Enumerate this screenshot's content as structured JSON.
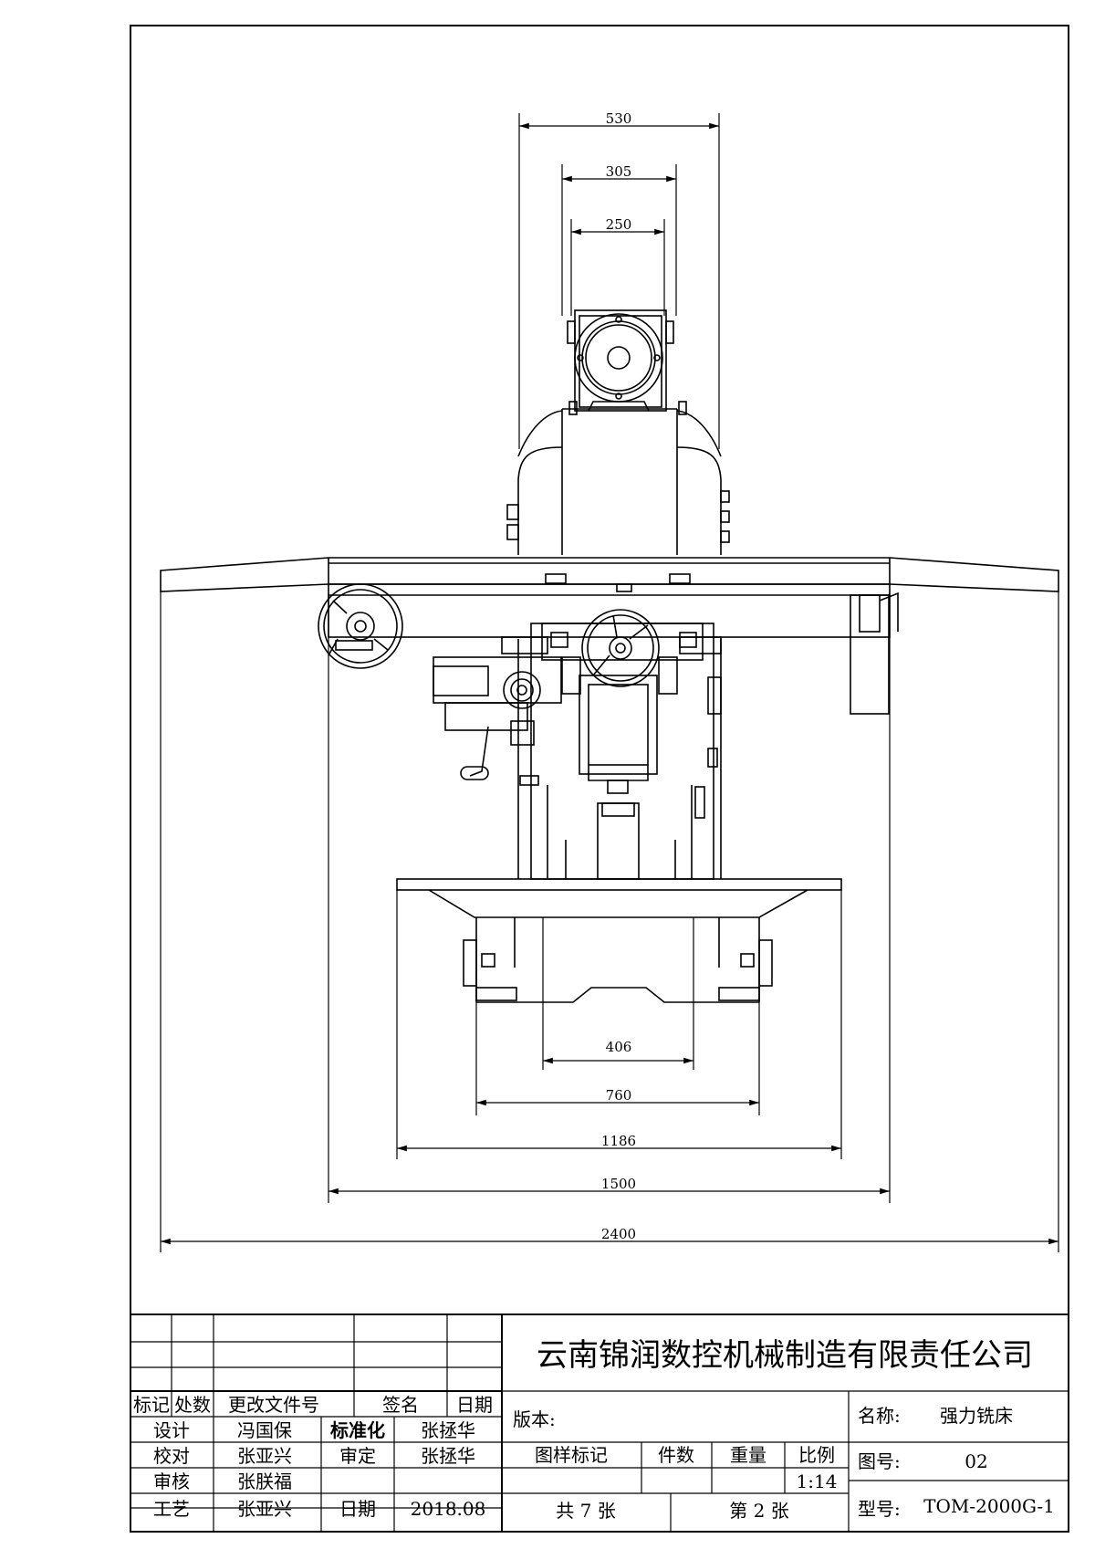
{
  "dimensions": {
    "d530": "530",
    "d305": "305",
    "d250": "250",
    "d406": "406",
    "d760": "760",
    "d1186": "1186",
    "d1500": "1500",
    "d2400": "2400"
  },
  "title_block": {
    "company": "云南锦润数控机械制造有限责任公司",
    "revision_headers": {
      "mark": "标记",
      "count": "处数",
      "doc": "更改文件号",
      "sign": "签名",
      "date": "日期"
    },
    "design_label": "设计",
    "design_name": "冯国保",
    "standard_label": "标准化",
    "standard_name": "张拯华",
    "check_label": "校对",
    "check_name": "张亚兴",
    "approve_label": "审定",
    "approve_name": "张拯华",
    "review_label": "审核",
    "review_name": "张朕福",
    "process_label": "工艺",
    "process_name": "张亚兴",
    "date_label": "日期",
    "date_value": "2018.08",
    "version_label": "版本:",
    "pattern_label": "图样标记",
    "pieces_label": "件数",
    "weight_label": "重量",
    "scale_label": "比例",
    "scale_value": "1:14",
    "total_sheets": "共 7 张",
    "sheet_no": "第 2 张",
    "name_label": "名称:",
    "name_value": "强力铣床",
    "drawing_no_label": "图号:",
    "drawing_no_value": "02",
    "model_label": "型号:",
    "model_value": "TOM-2000G-1"
  }
}
